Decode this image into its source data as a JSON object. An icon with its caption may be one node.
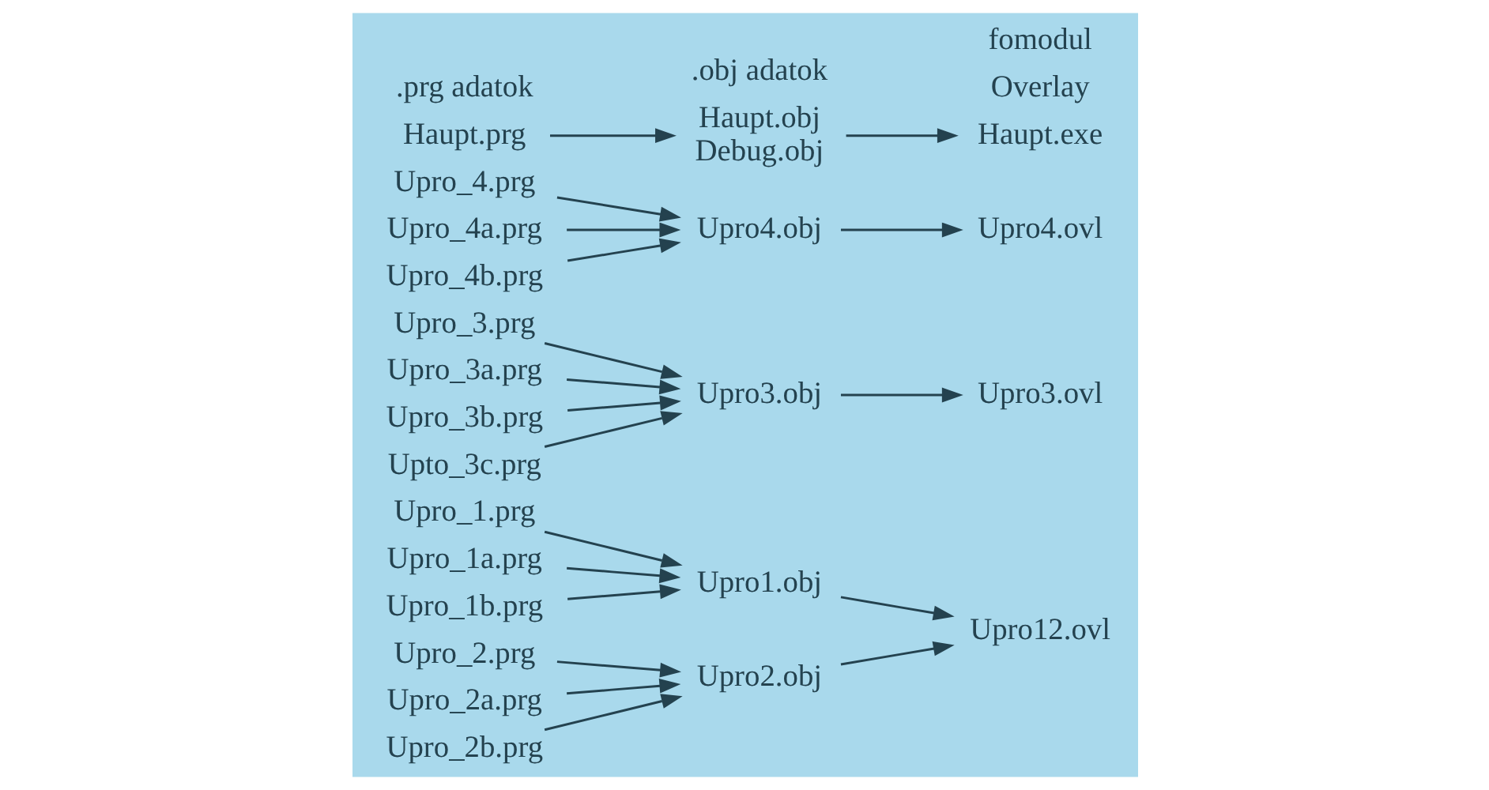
{
  "diagram": {
    "nodes": [
      {
        "text": [
          "Upro_1.prg"
        ]
      },
      {
        "text": [
          "Upro_1a.prg"
        ]
      },
      {
        "text": [
          "Upro_1b.prg"
        ]
      },
      {
        "text": [
          "Upro1.obj"
        ]
      },
      {
        "text": [
          "Upro12.ovl"
        ]
      },
      {
        "text": [
          "Upro_2.prg"
        ]
      },
      {
        "text": [
          "Upro_2a.prg"
        ]
      },
      {
        "text": [
          "Upro_2b.prg"
        ]
      },
      {
        "text": [
          "Upro2.obj"
        ]
      },
      {
        "text": [
          "Upro_3.prg"
        ]
      },
      {
        "text": [
          "Upro_3a.prg"
        ]
      },
      {
        "text": [
          "Upro_3b.prg"
        ]
      },
      {
        "text": [
          "Upto_3c.prg"
        ]
      },
      {
        "text": [
          "Upro3.obj"
        ]
      },
      {
        "text": [
          "Upro3.ovl"
        ]
      },
      {
        "text": [
          "Upro_4.prg"
        ]
      },
      {
        "text": [
          "Upro_4a.prg"
        ]
      },
      {
        "text": [
          "Upro_4b.prg"
        ]
      },
      {
        "text": [
          "Upro4.obj"
        ]
      },
      {
        "text": [
          "Upro4.ovl"
        ]
      },
      {
        "text": [
          "Haupt.prg"
        ]
      },
      {
        "text": [
          "Haupt.obj",
          "Debug.obj"
        ]
      },
      {
        "text": [
          "Haupt.exe"
        ]
      }
    ],
    "edges": [
      {
        "from": 0,
        "to": 3,
        "arrow": "to"
      },
      {
        "from": 1,
        "to": 3,
        "arrow": "to"
      },
      {
        "from": 2,
        "to": 3,
        "arrow": "to"
      },
      {
        "from": 3,
        "to": 4,
        "arrow": "to"
      },
      {
        "from": 5,
        "to": 8,
        "arrow": "to"
      },
      {
        "from": 6,
        "to": 8,
        "arrow": "to"
      },
      {
        "from": 7,
        "to": 8,
        "arrow": "to"
      },
      {
        "from": 8,
        "to": 4,
        "arrow": "to"
      },
      {
        "from": 9,
        "to": 13,
        "arrow": "to"
      },
      {
        "from": 10,
        "to": 13,
        "arrow": "to"
      },
      {
        "from": 11,
        "to": 13,
        "arrow": "to"
      },
      {
        "from": 12,
        "to": 13,
        "arrow": "to"
      },
      {
        "from": 13,
        "to": 14,
        "arrow": "to"
      },
      {
        "from": 15,
        "to": 18,
        "arrow": "to"
      },
      {
        "from": 16,
        "to": 18,
        "arrow": "to"
      },
      {
        "from": 17,
        "to": 18,
        "arrow": "to"
      },
      {
        "from": 18,
        "to": 19,
        "arrow": "to"
      },
      {
        "from": 20,
        "to": 21,
        "arrow": "to"
      },
      {
        "from": 21,
        "to": 22,
        "arrow": "to"
      }
    ],
    "labels": [
      ".prg adatok",
      ".obj adatok",
      "Overlay",
      "fomodul"
    ]
  }
}
